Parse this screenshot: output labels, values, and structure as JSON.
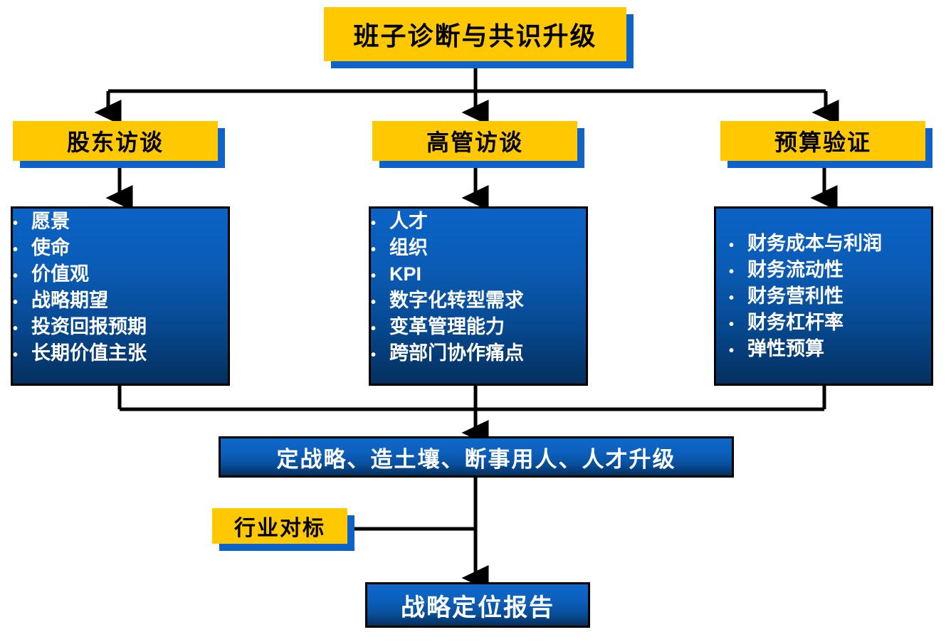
{
  "diagram": {
    "title_box": {
      "label": "班子诊断与共识升级"
    },
    "branches": [
      {
        "id": "shareholder",
        "label": "股东访谈"
      },
      {
        "id": "executive",
        "label": "高管访谈"
      },
      {
        "id": "budget",
        "label": "预算验证"
      }
    ],
    "detail_boxes": [
      {
        "id": "shareholder-details",
        "items": [
          "愿景",
          "使命",
          "价值观",
          "战略期望",
          "投资回报预期",
          "长期价值主张"
        ]
      },
      {
        "id": "executive-details",
        "items": [
          "人才",
          "组织",
          "KPI",
          "数字化转型需求",
          "变革管理能力",
          "跨部门协作痛点"
        ]
      },
      {
        "id": "budget-details",
        "items": [
          "财务成本与利润",
          "财务流动性",
          "财务营利性",
          "财务杠杆率",
          "弹性预算"
        ]
      }
    ],
    "strategy_bar": {
      "label": "定战略、造土壤、断事用人、人才升级"
    },
    "benchmark_box": {
      "label": "行业对标"
    },
    "report_box": {
      "label": "战略定位报告"
    },
    "bullet_glyph": "•",
    "colors": {
      "yellow": "#FFC800",
      "yellow_shadow_blue": "#0F62C8",
      "blue_top": "#0B63C5",
      "blue_bottom": "#04305E",
      "connector_black": "#000000",
      "text_on_blue": "#FFFFFF",
      "text_on_yellow": "#000000",
      "background": "#FFFFFF"
    }
  }
}
